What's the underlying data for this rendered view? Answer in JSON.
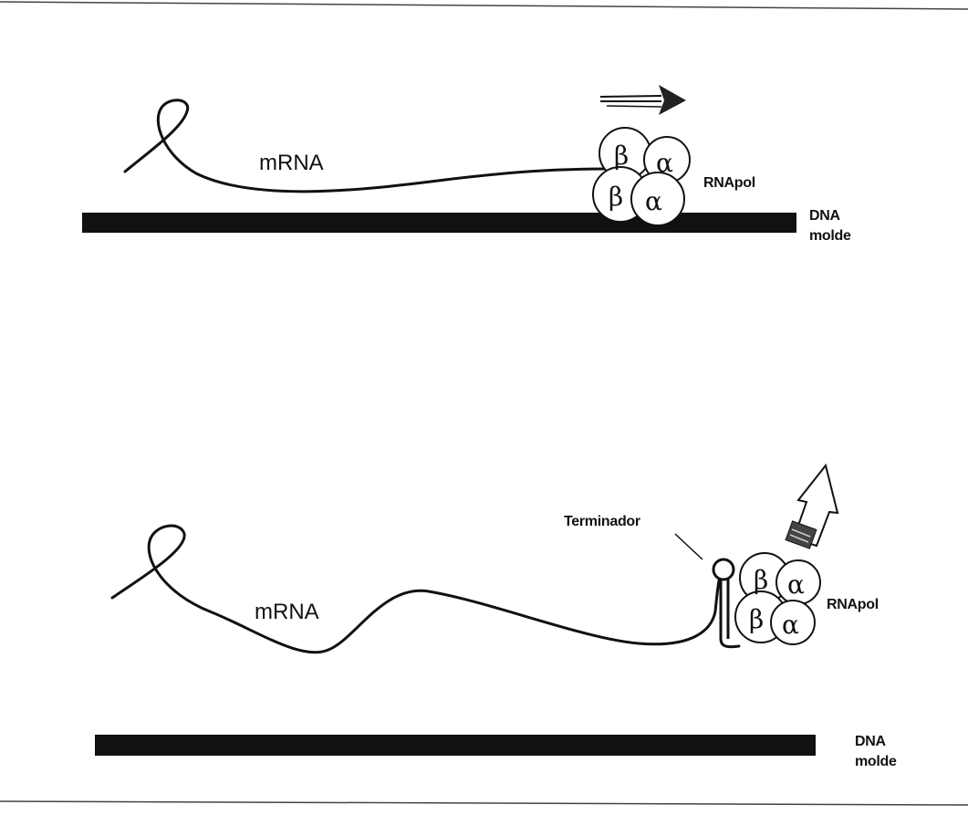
{
  "panel_top": {
    "mrna_label": "mRNA",
    "rnapol_label": "RNApol",
    "dna_label_line1": "DNA",
    "dna_label_line2": "molde",
    "subunits": [
      "β",
      "α",
      "β",
      "α"
    ]
  },
  "panel_bottom": {
    "mrna_label": "mRNA",
    "rnapol_label": "RNApol",
    "terminator_label": "Terminador",
    "dna_label_line1": "DNA",
    "dna_label_line2": "molde",
    "subunits": [
      "β",
      "α",
      "β",
      "α"
    ]
  },
  "colors": {
    "ink": "#111111",
    "paper": "#ffffff"
  }
}
